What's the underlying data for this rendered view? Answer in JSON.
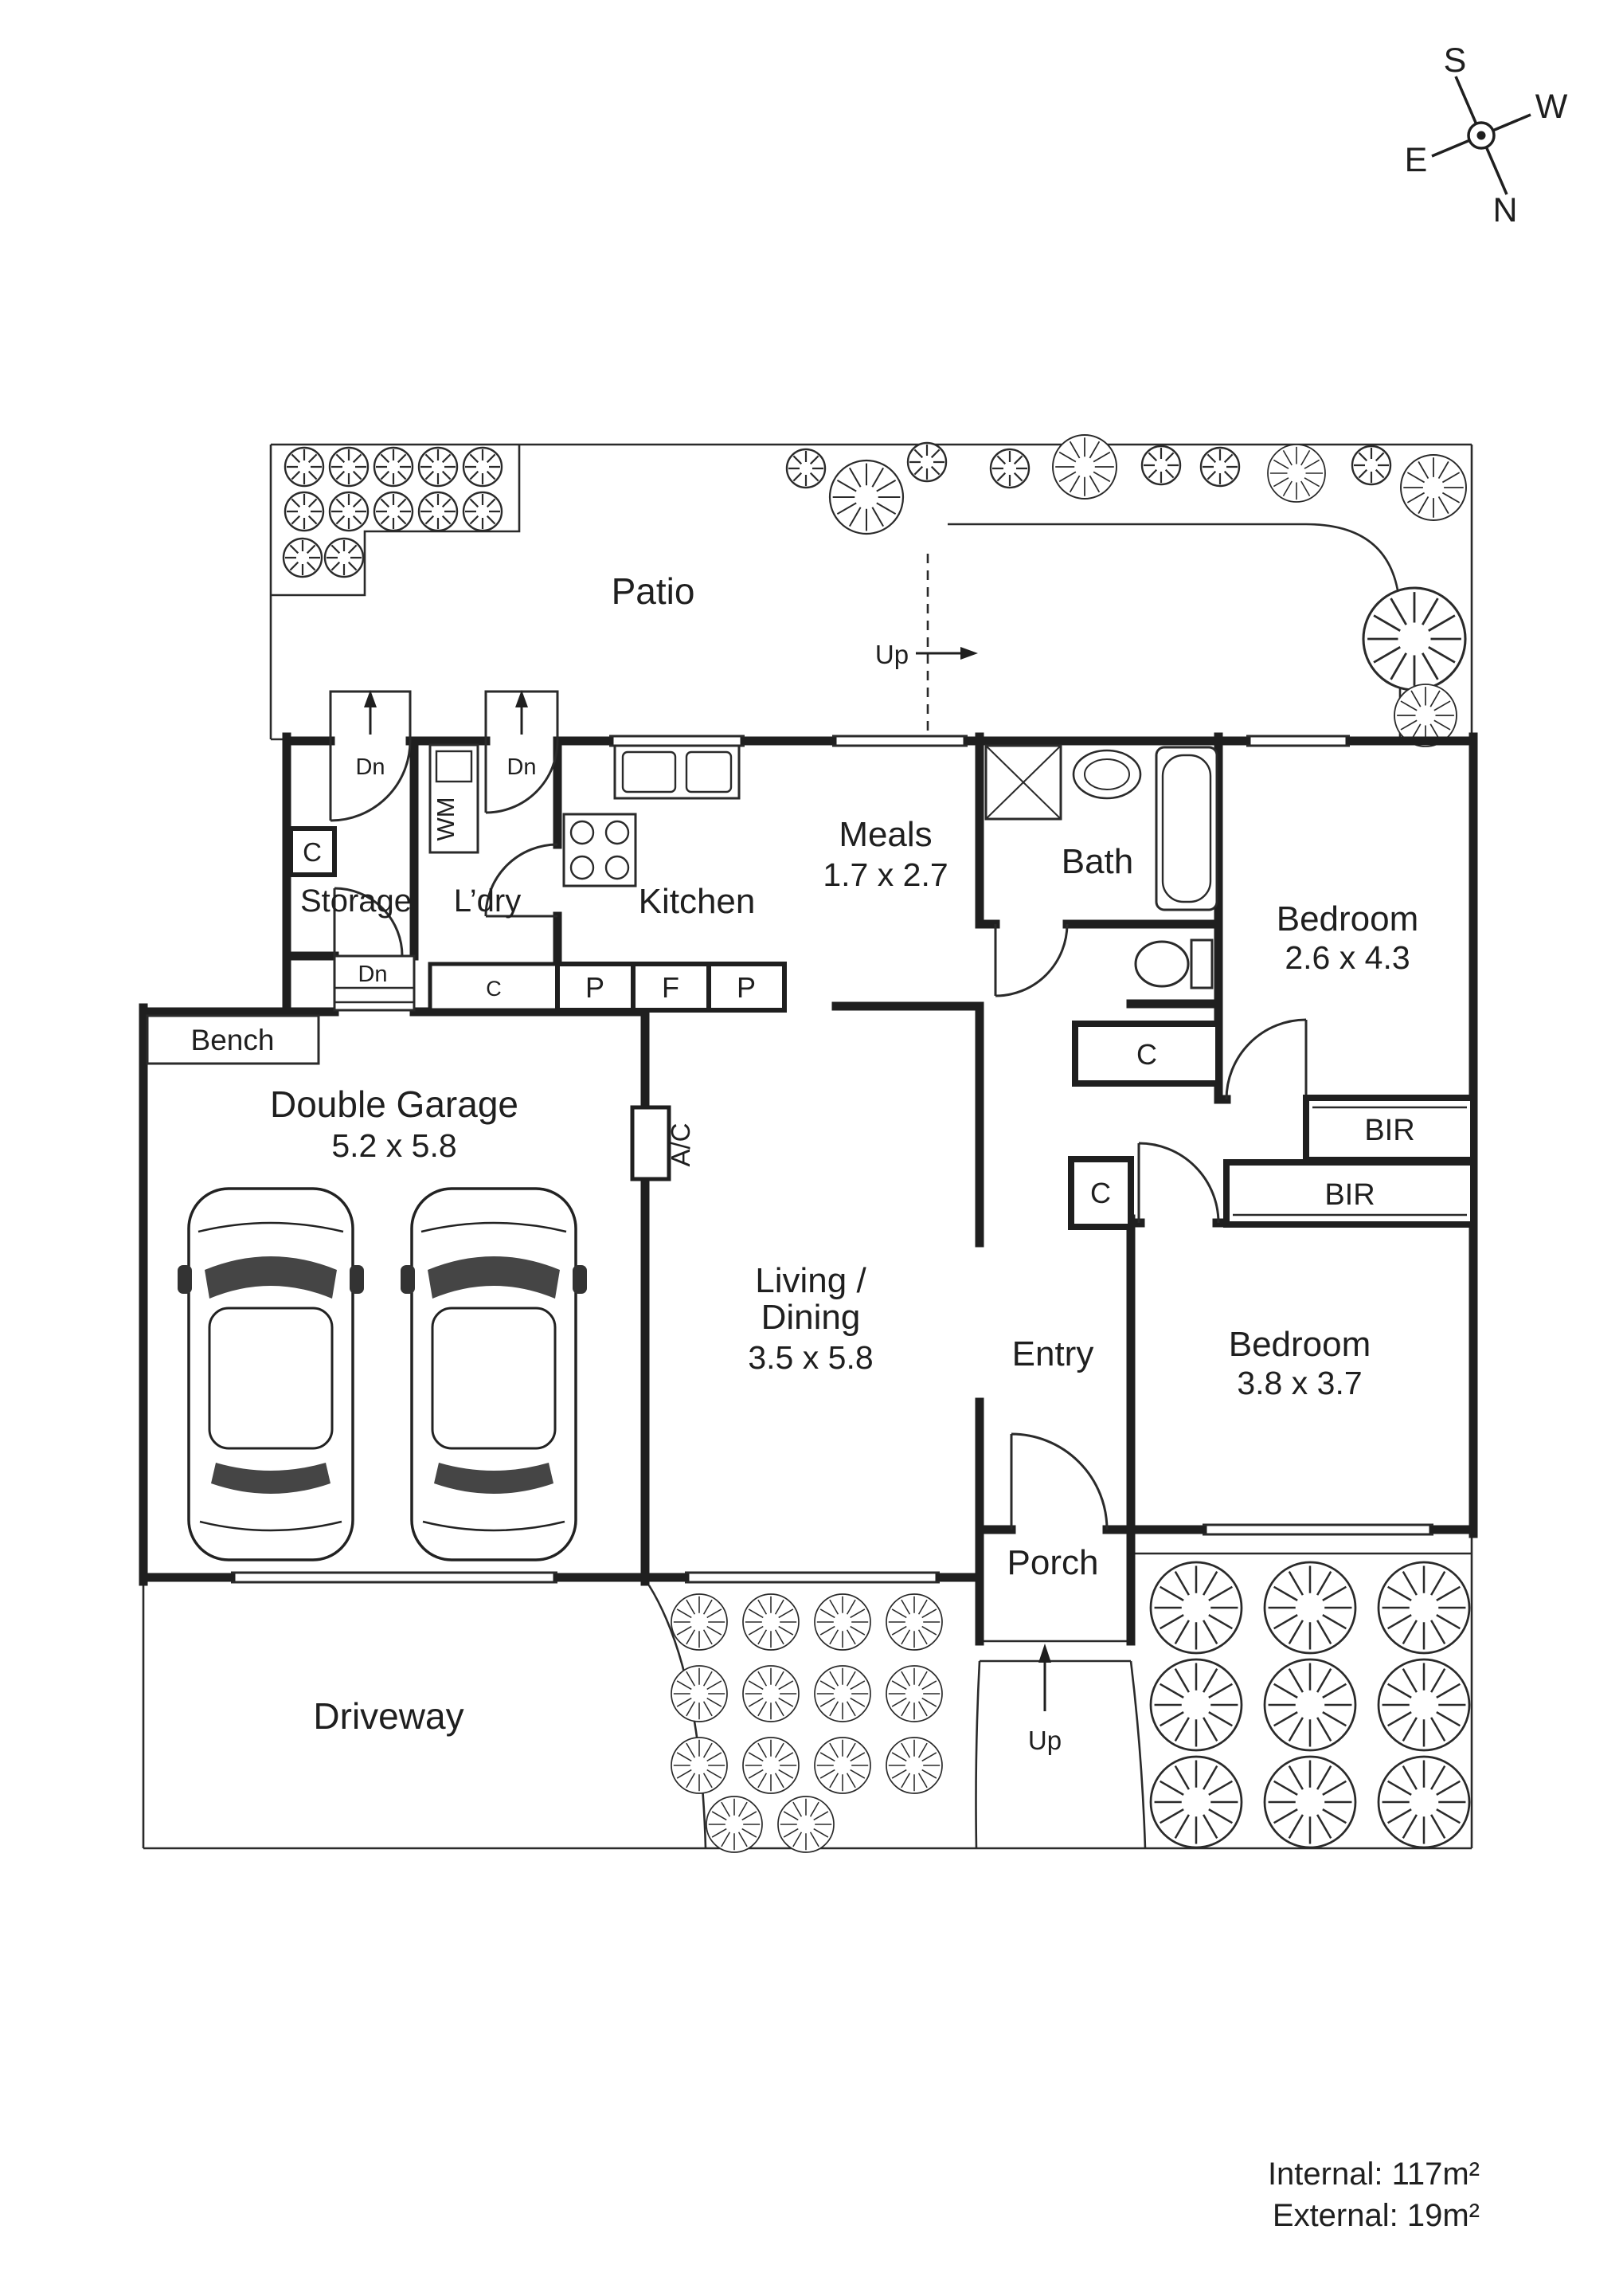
{
  "compass": {
    "n": "N",
    "s": "S",
    "e": "E",
    "w": "W"
  },
  "rooms": {
    "patio": {
      "label": "Patio"
    },
    "storage": {
      "label": "Storage"
    },
    "laundry": {
      "label": "L’dry"
    },
    "kitchen": {
      "label": "Kitchen"
    },
    "meals": {
      "label": "Meals",
      "dims": "1.7 x 2.7"
    },
    "bath": {
      "label": "Bath"
    },
    "bedroom_1": {
      "label": "Bedroom",
      "dims": "2.6 x 4.3"
    },
    "bedroom_2": {
      "label": "Bedroom",
      "dims": "3.8 x 3.7"
    },
    "garage": {
      "label": "Double Garage",
      "dims": "5.2 x 5.8"
    },
    "living_dining": {
      "line1": "Living /",
      "line2": "Dining",
      "dims": "3.5 x 5.8"
    },
    "entry": {
      "label": "Entry"
    },
    "porch": {
      "label": "Porch"
    },
    "driveway": {
      "label": "Driveway"
    }
  },
  "features": {
    "bench": "Bench",
    "wm": "WM",
    "ac": "A/C",
    "bir_1": "BIR",
    "bir_2": "BIR",
    "pantry_1": "P",
    "fridge": "F",
    "pantry_2": "P",
    "cupboard_storage": "C",
    "cupboard_laundry": "C",
    "cupboard_hall": "C",
    "cupboard_entry": "C"
  },
  "stairs": {
    "dn_storage": "Dn",
    "dn_laundry": "Dn",
    "dn_garage": "Dn",
    "up_patio": "Up",
    "up_porch": "Up"
  },
  "areas": {
    "internal": "Internal: 117m²",
    "external": "External: 19m²"
  },
  "colors": {
    "wall": "#1f1f1f",
    "line": "#2a2a2a"
  }
}
